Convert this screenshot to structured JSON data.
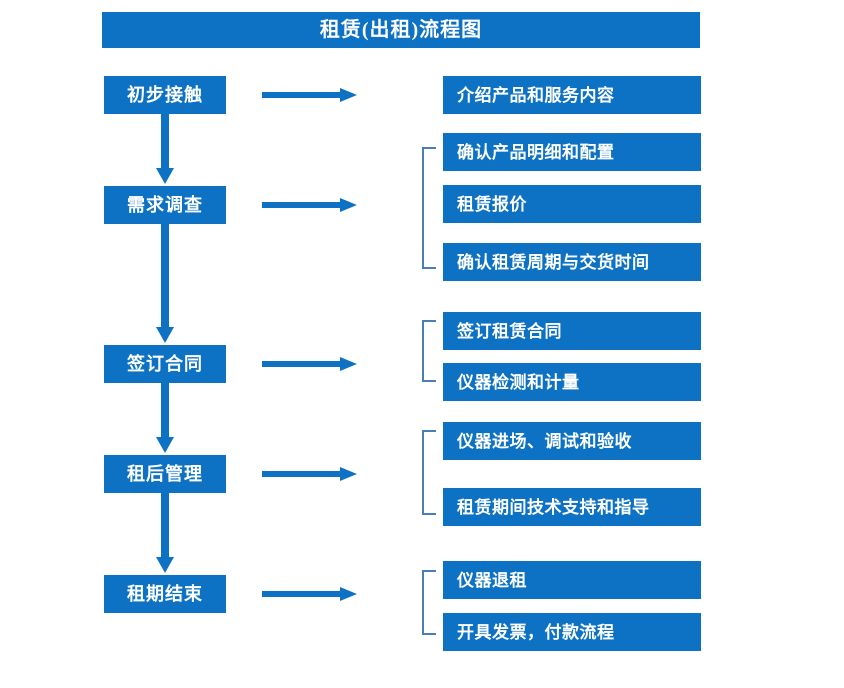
{
  "title": "租赁(出租)流程图",
  "colors": {
    "box_blue": "#0E72C4",
    "text_white": "#FFFFFF",
    "arrow_blue": "#0E72C4",
    "bracket_blue": "#4A7FB5",
    "background": "#FFFFFF"
  },
  "stages": [
    {
      "label": "初步接触"
    },
    {
      "label": "需求调查"
    },
    {
      "label": "签订合同"
    },
    {
      "label": "租后管理"
    },
    {
      "label": "租期结束"
    }
  ],
  "details": [
    {
      "label": "介绍产品和服务内容"
    },
    {
      "label": "确认产品明细和配置"
    },
    {
      "label": "租赁报价"
    },
    {
      "label": "确认租赁周期与交货时间"
    },
    {
      "label": "签订租赁合同"
    },
    {
      "label": "仪器检测和计量"
    },
    {
      "label": "仪器进场、调试和验收"
    },
    {
      "label": "租赁期间技术支持和指导"
    },
    {
      "label": "仪器退租"
    },
    {
      "label": "开具发票，付款流程"
    }
  ],
  "connectors": {
    "horizontal_arrow_count": 5,
    "vertical_arrow_count": 4,
    "bracket_count": 4
  }
}
